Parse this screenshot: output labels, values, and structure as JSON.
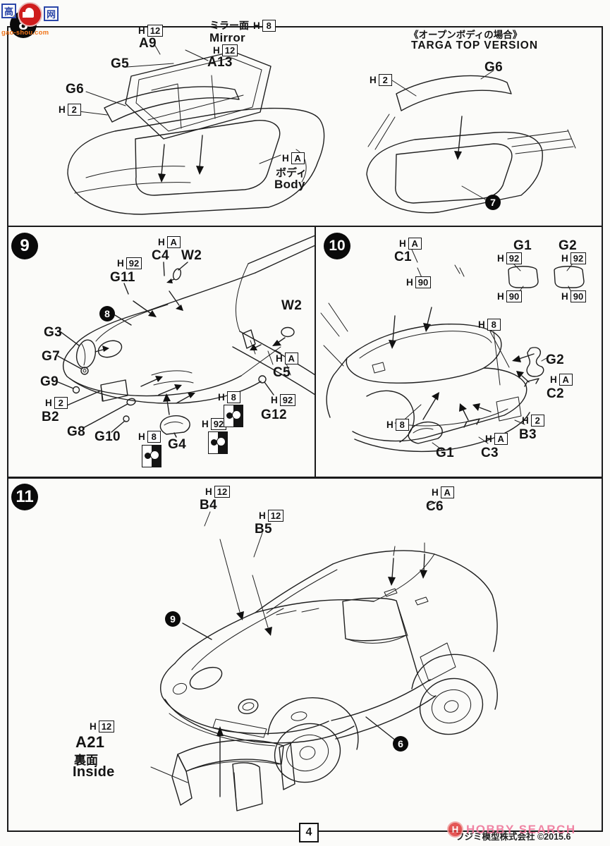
{
  "watermark": {
    "box_left": "高",
    "box_right": "网",
    "url": "gao-shou.com"
  },
  "footer": {
    "page_number": "4",
    "publisher": "フジミ模型株式会社 ©2015.6",
    "hobby_h": "H",
    "hobby_text": "HOBBY SEARCH"
  },
  "step8": {
    "number": "8",
    "callout_body": "7",
    "a9": {
      "label": "A9",
      "badge": {
        "p": "H",
        "n": "12"
      }
    },
    "mirror": {
      "jp": "ミラー面",
      "en": "Mirror",
      "badge": {
        "p": "H",
        "n": "8"
      }
    },
    "a13": {
      "label": "A13",
      "badge": {
        "p": "H",
        "n": "12"
      }
    },
    "g5": {
      "label": "G5"
    },
    "g6": {
      "label": "G6",
      "badge": {
        "p": "H",
        "n": "2"
      }
    },
    "body": {
      "jp": "ボディ",
      "en": "Body",
      "badge": {
        "p": "H",
        "n": "A"
      }
    },
    "targa": {
      "jp": "《オープンボディの場合》",
      "en": "TARGA TOP VERSION",
      "g6": "G6",
      "badge": {
        "p": "H",
        "n": "2"
      }
    }
  },
  "step9": {
    "number": "9",
    "callout_body": "8",
    "c4": {
      "label": "C4",
      "badge": {
        "p": "H",
        "n": "A"
      }
    },
    "w2_top": {
      "label": "W2"
    },
    "g11": {
      "label": "G11",
      "badge": {
        "p": "H",
        "n": "92"
      }
    },
    "g3": {
      "label": "G3"
    },
    "g7": {
      "label": "G7"
    },
    "g9": {
      "label": "G9"
    },
    "b2": {
      "label": "B2",
      "badge": {
        "p": "H",
        "n": "2"
      }
    },
    "g8": {
      "label": "G8"
    },
    "g10": {
      "label": "G10"
    },
    "g4": {
      "label": "G4",
      "badge": {
        "p": "H",
        "n": "8"
      }
    },
    "paint_center": {
      "badge": {
        "p": "H",
        "n": "92"
      }
    },
    "paint_sill": {
      "badge": {
        "p": "H",
        "n": "8"
      }
    },
    "w2_side": {
      "label": "W2"
    },
    "c5": {
      "label": "C5",
      "badge": {
        "p": "H",
        "n": "A"
      }
    },
    "g12": {
      "label": "G12",
      "badge": {
        "p": "H",
        "n": "92"
      }
    }
  },
  "step10": {
    "number": "10",
    "c1": {
      "label": "C1",
      "badge": {
        "p": "H",
        "n": "A"
      },
      "paint": {
        "p": "H",
        "n": "90"
      }
    },
    "g1_part": {
      "label": "G1",
      "top": {
        "p": "H",
        "n": "92"
      },
      "bottom": {
        "p": "H",
        "n": "90"
      }
    },
    "g2_part": {
      "label": "G2",
      "top": {
        "p": "H",
        "n": "92"
      },
      "bottom": {
        "p": "H",
        "n": "90"
      }
    },
    "paint_deck": {
      "p": "H",
      "n": "8"
    },
    "g2": {
      "label": "G2"
    },
    "c2": {
      "label": "C2",
      "badge": {
        "p": "H",
        "n": "A"
      }
    },
    "b3": {
      "label": "B3",
      "badge": {
        "p": "H",
        "n": "2"
      }
    },
    "paint_bumper": {
      "p": "H",
      "n": "8"
    },
    "g1": {
      "label": "G1"
    },
    "c3": {
      "label": "C3",
      "badge": {
        "p": "H",
        "n": "A"
      }
    }
  },
  "step11": {
    "number": "11",
    "callout_body": "9",
    "callout_skirt": "6",
    "b4": {
      "label": "B4",
      "badge": {
        "p": "H",
        "n": "12"
      }
    },
    "b5": {
      "label": "B5",
      "badge": {
        "p": "H",
        "n": "12"
      }
    },
    "c6": {
      "label": "C6",
      "badge": {
        "p": "H",
        "n": "A"
      }
    },
    "a21": {
      "label": "A21",
      "badge": {
        "p": "H",
        "n": "12"
      },
      "jp": "裏面",
      "en": "Inside"
    }
  }
}
